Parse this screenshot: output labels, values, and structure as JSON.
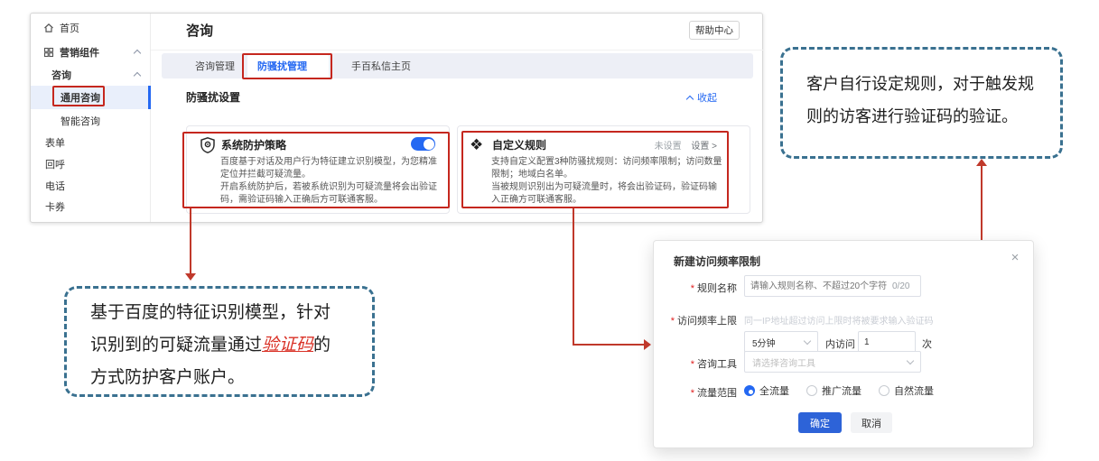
{
  "colors": {
    "accent": "#2468F2",
    "annotation_red": "#C5271E",
    "callout_border": "#3A7190",
    "highlight_red": "#D93025",
    "primary_button": "#2D63D8"
  },
  "icons": [
    "home-icon",
    "grid-icon",
    "chevron-up-icon",
    "chevron-down-icon",
    "shield-icon",
    "diamond-cluster-icon",
    "toggle-on",
    "close-icon",
    "radio-icon",
    "arrow-down-icon",
    "arrow-up-icon",
    "arrow-right-icon"
  ],
  "glyphs": {
    "close": "×",
    "diamond_cluster": "❖",
    "required": "*"
  },
  "sidebar": {
    "items": [
      {
        "label": "首页"
      },
      {
        "label": "营销组件"
      },
      {
        "label": "咨询"
      },
      {
        "label": "通用咨询"
      },
      {
        "label": "智能咨询"
      },
      {
        "label": "表单"
      },
      {
        "label": "回呼"
      },
      {
        "label": "电话"
      },
      {
        "label": "卡券"
      }
    ]
  },
  "header": {
    "title": "咨询",
    "help_button": "帮助中心"
  },
  "tabs": [
    {
      "label": "咨询管理"
    },
    {
      "label": "防骚扰管理"
    },
    {
      "label": "手百私信主页"
    }
  ],
  "section": {
    "title": "防骚扰设置",
    "collapse": "收起"
  },
  "cards": {
    "system": {
      "title": "系统防护策略",
      "toggle": "on",
      "desc1": "百度基于对话及用户行为特征建立识别模型，为您精准定位并拦截可疑流量。",
      "desc2": "开启系统防护后，若被系统识别为可疑流量将会出验证码，需验证码输入正确后方可联通客服。"
    },
    "custom": {
      "title": "自定义规则",
      "status": "未设置",
      "action": "设置 >",
      "desc1": "支持自定义配置3种防骚扰规则：访问频率限制；访问数量限制；地域白名单。",
      "desc2": "当被规则识别出为可疑流量时，将会出验证码，验证码输入正确方可联通客服。"
    }
  },
  "callouts": {
    "custom_note": {
      "line1": "客户自行设定规则，对于触发规",
      "line2": "则的访客进行验证码的验证。"
    },
    "system_note": {
      "line1": "基于百度的特征识别模型，针对",
      "line2_pre": "识别到的可疑流量通过",
      "line2_hl": "验证码",
      "line2_post": "的",
      "line3": "方式防护客户账户。"
    }
  },
  "dialog": {
    "title": "新建访问频率限制",
    "fields": {
      "rule_name": {
        "label": "规则名称",
        "placeholder": "请输入规则名称、不超过20个字符",
        "counter": "0/20"
      },
      "freq": {
        "label": "访问频率上限",
        "hint": "同一IP地址超过访问上限时将被要求输入验证码",
        "period": "5分钟",
        "middle": "内访问",
        "count": "1",
        "unit": "次"
      },
      "tool": {
        "label": "咨询工具",
        "placeholder": "请选择咨询工具"
      },
      "traffic": {
        "label": "流量范围",
        "options": [
          {
            "label": "全流量"
          },
          {
            "label": "推广流量"
          },
          {
            "label": "自然流量"
          }
        ]
      }
    },
    "buttons": {
      "ok": "确定",
      "cancel": "取消"
    }
  }
}
